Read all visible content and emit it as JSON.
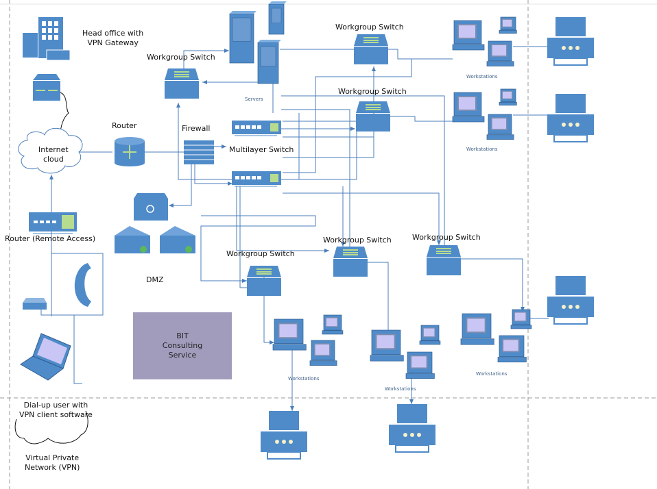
{
  "labels": {
    "head_office": "Head office with\nVPN Gateway",
    "router": "Router",
    "firewall": "Firewall",
    "multilayer_switch": "Multilayer Switch",
    "internet_cloud": "Internet\ncloud",
    "router_remote": "Router (Remote Access)",
    "dmz": "DMZ",
    "servers": "Servers",
    "dialup": "Dial-up user with\nVPN client software",
    "vpn": "Virtual Private\nNetwork (VPN)",
    "bit": "BIT\nConsulting\nService",
    "workgroup_switch": "Workgroup Switch",
    "workstations": "Workstations"
  },
  "colors": {
    "icon": "#4f8bc9",
    "line": "#4a7ebb",
    "screen": "#c9c6f5",
    "bit_box": "#a19cbc",
    "arrow_green": "#b7dc8f"
  }
}
